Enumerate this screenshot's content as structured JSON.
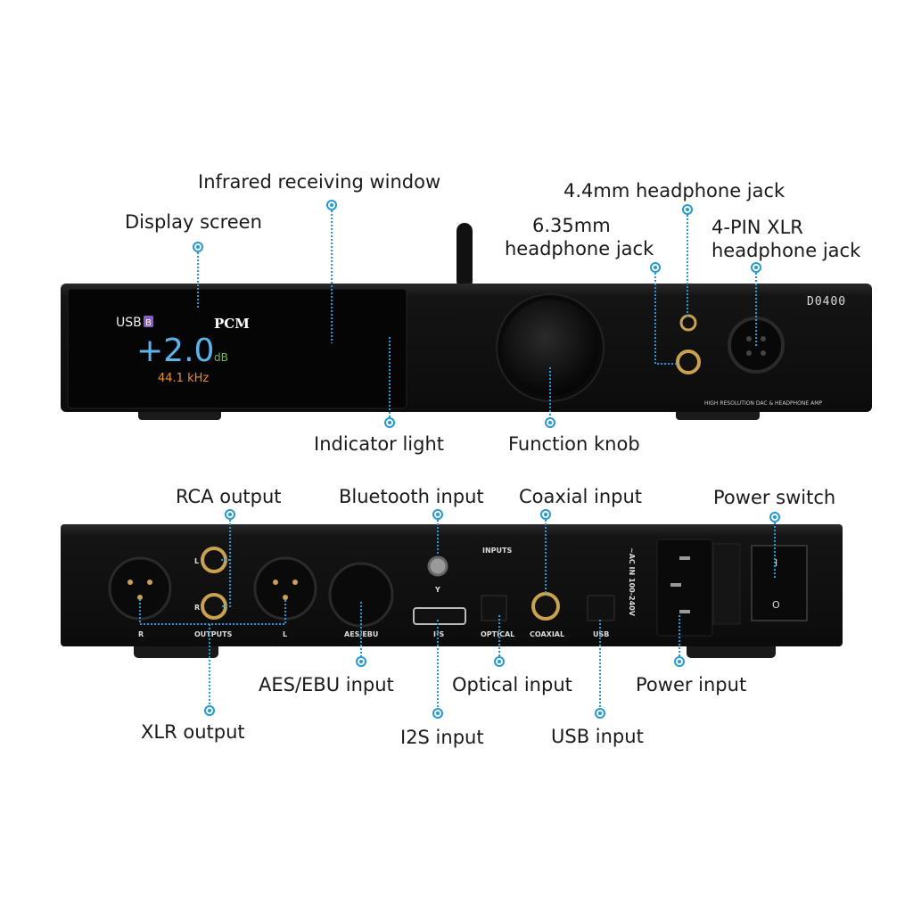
{
  "front": {
    "display": {
      "input": "USB",
      "input_badge": "B",
      "format": "PCM",
      "volume": "+2.0",
      "unit": "dB",
      "sample_rate": "44.1 kHz"
    },
    "logo": "D0400",
    "tagline": "HIGH RESOLUTION DAC & HEADPHONE AMP",
    "labels": {
      "ir_window": "Infrared receiving window",
      "display": "Display screen",
      "jack_44": "4.4mm headphone jack",
      "jack_635_l1": "6.35mm",
      "jack_635_l2": "headphone jack",
      "xlr_l1": "4-PIN XLR",
      "xlr_l2": "headphone jack",
      "indicator": "Indicator light",
      "knob": "Function knob"
    }
  },
  "rear": {
    "silkscreen": {
      "r": "R",
      "l": "L",
      "outputs": "OUTPUTS",
      "aes": "AES/EBU",
      "i2s": "I²S",
      "optical": "OPTICAL",
      "coaxial": "COAXIAL",
      "usb": "USB",
      "inputs": "INPUTS",
      "ac": "~AC IN 100-240V",
      "rca_l": "L",
      "rca_r": "R",
      "antenna": "Y",
      "switch_on": "I",
      "switch_off": "O"
    },
    "labels": {
      "rca": "RCA output",
      "bluetooth": "Bluetooth input",
      "coaxial": "Coaxial input",
      "power_switch": "Power switch",
      "aes": "AES/EBU input",
      "optical": "Optical input",
      "power_input": "Power input",
      "xlr": "XLR output",
      "i2s": "I2S input",
      "usb": "USB input"
    }
  },
  "colors": {
    "leader": "#1e9be0",
    "volume": "#5ab4ef",
    "unit": "#6cc04a",
    "rate": "#e8902a",
    "gold": "#c9a24a"
  }
}
